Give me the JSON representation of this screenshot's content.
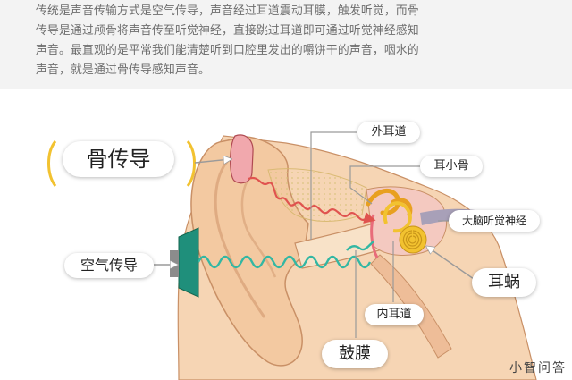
{
  "intro": {
    "lines": [
      "传统是声音传输方式是空气传导，声音经过耳道震动耳膜，触发听觉，而骨",
      "传导是通过颅骨将声音传至听觉神经，直接跳过耳道即可通过听觉神经感知",
      "声音。最直观的是平常我们能清楚听到口腔里发出的嚼饼干的声音，咽水的",
      "声音，就是通过骨传导感知声音。"
    ]
  },
  "labels": {
    "bone_conduction": "骨传导",
    "air_conduction": "空气传导",
    "outer_ear_canal": "外耳道",
    "ossicles": "耳小骨",
    "auditory_nerve": "大脑听觉神经",
    "cochlea": "耳蜗",
    "inner_ear_canal": "内耳道",
    "eardrum": "鼓膜"
  },
  "watermark": "小智问答",
  "colors": {
    "skin": "#f6d5b4",
    "skin_shadow": "#e8b78d",
    "outline": "#c99066",
    "bone_wave": "#e0534f",
    "air_wave": "#32b7a3",
    "transducer": "#1f8f7b",
    "cochlea": "#f2c230",
    "nerve": "#a8a0b8"
  }
}
